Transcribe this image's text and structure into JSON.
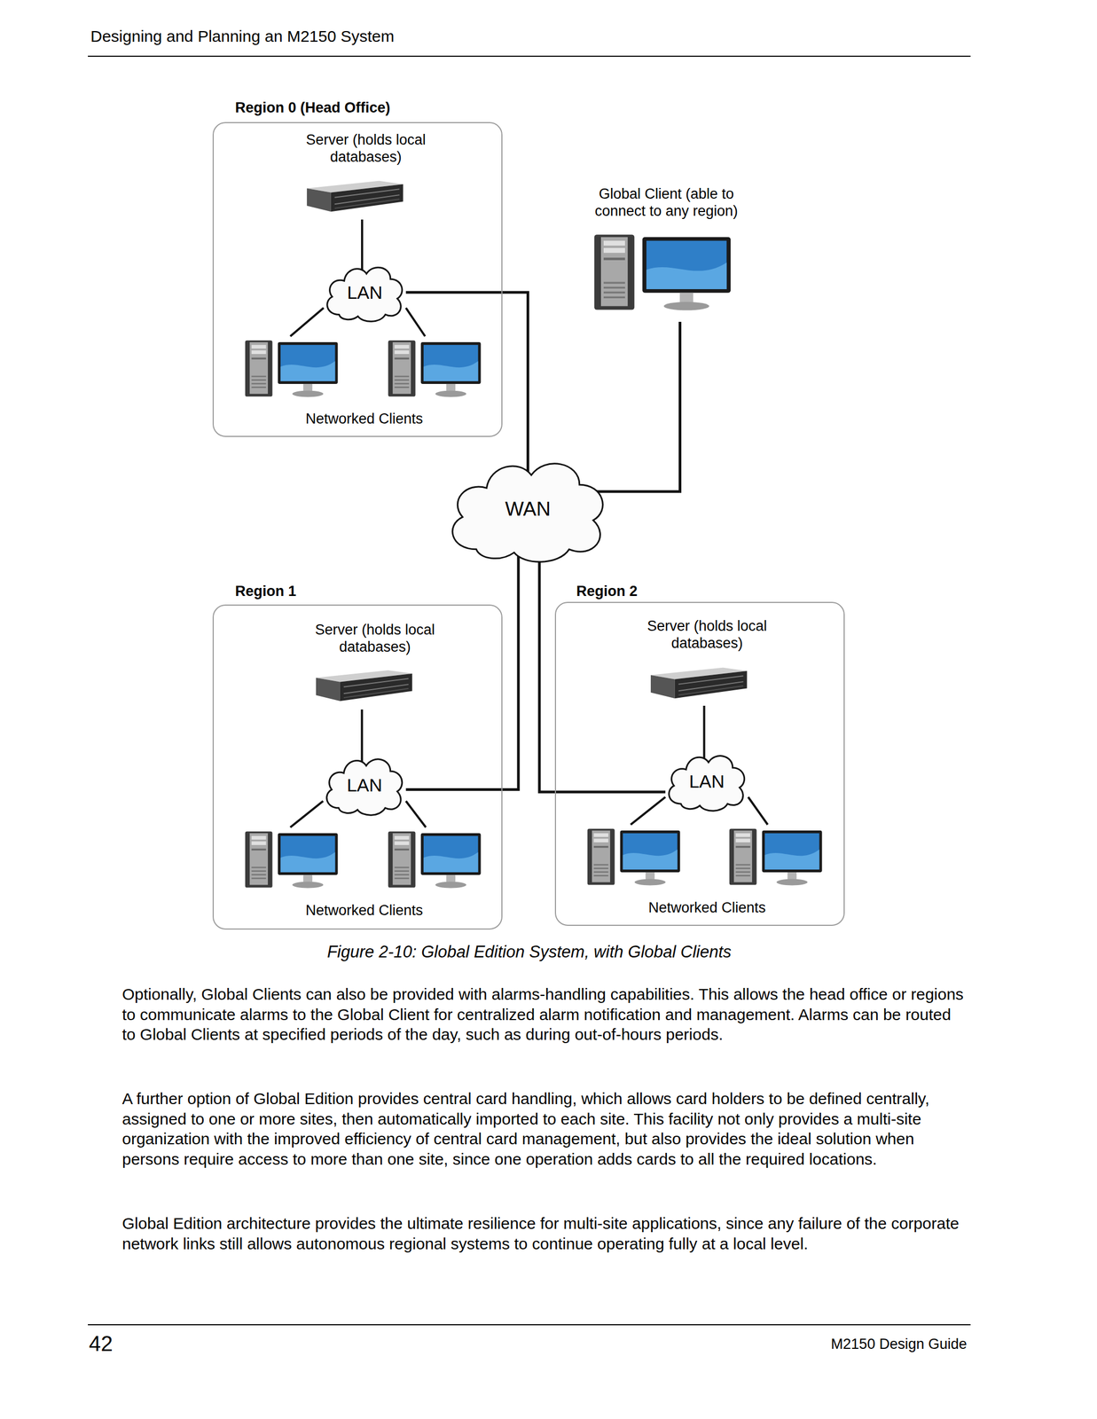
{
  "diagram": {
    "caption": "Figure 2-10: Global Edition System, with Global Clients",
    "nodes": [
      {
        "text": [
          "Region 0 (Head Office)"
        ]
      },
      {
        "text": [
          "Server (holds local databases)"
        ],
        "in": 0
      },
      {
        "text": [
          "LAN"
        ],
        "in": 0
      },
      {
        "text": [
          "Networked Clients"
        ],
        "in": 0
      },
      {
        "text": [
          "Global Client (able to connect to any region)"
        ]
      },
      {
        "text": [
          "WAN"
        ]
      },
      {
        "text": [
          "Region 1"
        ]
      },
      {
        "text": [
          "Server (holds local databases)"
        ],
        "in": 6
      },
      {
        "text": [
          "LAN"
        ],
        "in": 6
      },
      {
        "text": [
          "Networked Clients"
        ],
        "in": 6
      },
      {
        "text": [
          "Region 2"
        ]
      },
      {
        "text": [
          "Server (holds local databases)"
        ],
        "in": 10
      },
      {
        "text": [
          "LAN"
        ],
        "in": 10
      },
      {
        "text": [
          "Networked Clients"
        ],
        "in": 10
      }
    ],
    "edges": [
      {
        "from": 1,
        "to": 2,
        "arrow": "none"
      },
      {
        "from": 2,
        "to": 3,
        "arrow": "none"
      },
      {
        "from": 2,
        "to": 3,
        "arrow": "none"
      },
      {
        "from": 2,
        "to": 5,
        "arrow": "none"
      },
      {
        "from": 4,
        "to": 5,
        "arrow": "none"
      },
      {
        "from": 5,
        "to": 8,
        "arrow": "none"
      },
      {
        "from": 5,
        "to": 12,
        "arrow": "none"
      },
      {
        "from": 7,
        "to": 8,
        "arrow": "none"
      },
      {
        "from": 8,
        "to": 9,
        "arrow": "none"
      },
      {
        "from": 8,
        "to": 9,
        "arrow": "none"
      },
      {
        "from": 11,
        "to": 12,
        "arrow": "none"
      },
      {
        "from": 12,
        "to": 13,
        "arrow": "none"
      },
      {
        "from": 12,
        "to": 13,
        "arrow": "none"
      }
    ],
    "labels": [
      "Designing and Planning an M2150 System",
      "Optionally, Global Clients can also be provided with alarms-handling capabilities. This allows the head office or regions to communicate alarms to the Global Client for centralized alarm notification and management. Alarms can be routed to Global Clients at specified periods of the day, such as during out-of-hours periods.",
      "A further option of Global Edition provides central card handling, which allows card holders to be defined centrally, assigned to one or more sites, then automatically imported to each site. This facility not only provides a multi-site organization with the improved efficiency of central card management, but also provides the ideal solution when persons require access to more than one site, since one operation adds cards to all the required locations.",
      "Global Edition architecture provides the ultimate resilience for multi-site applications, since any failure of the corporate network links still allows autonomous regional systems to continue operating fully at a local level.",
      "42",
      "M2150 Design Guide"
    ]
  }
}
